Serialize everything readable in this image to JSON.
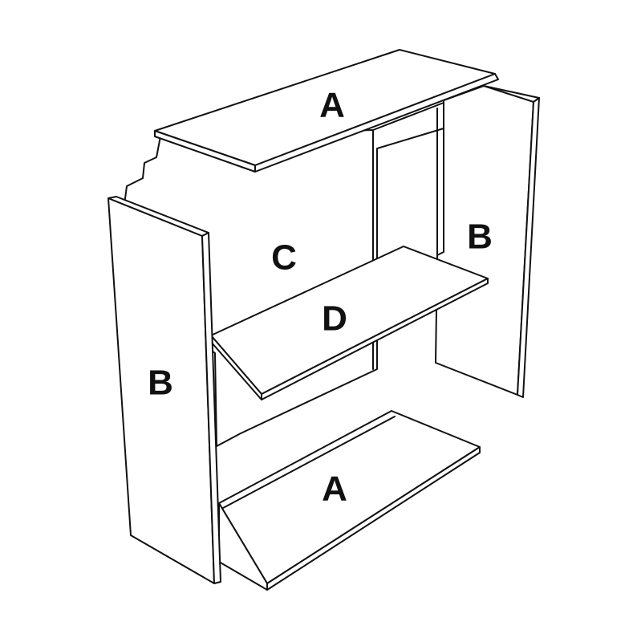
{
  "labels": {
    "top_panel": "A",
    "bottom_panel": "A",
    "right_side": "B",
    "left_side": "B",
    "back_panel": "C",
    "shelf": "D"
  }
}
